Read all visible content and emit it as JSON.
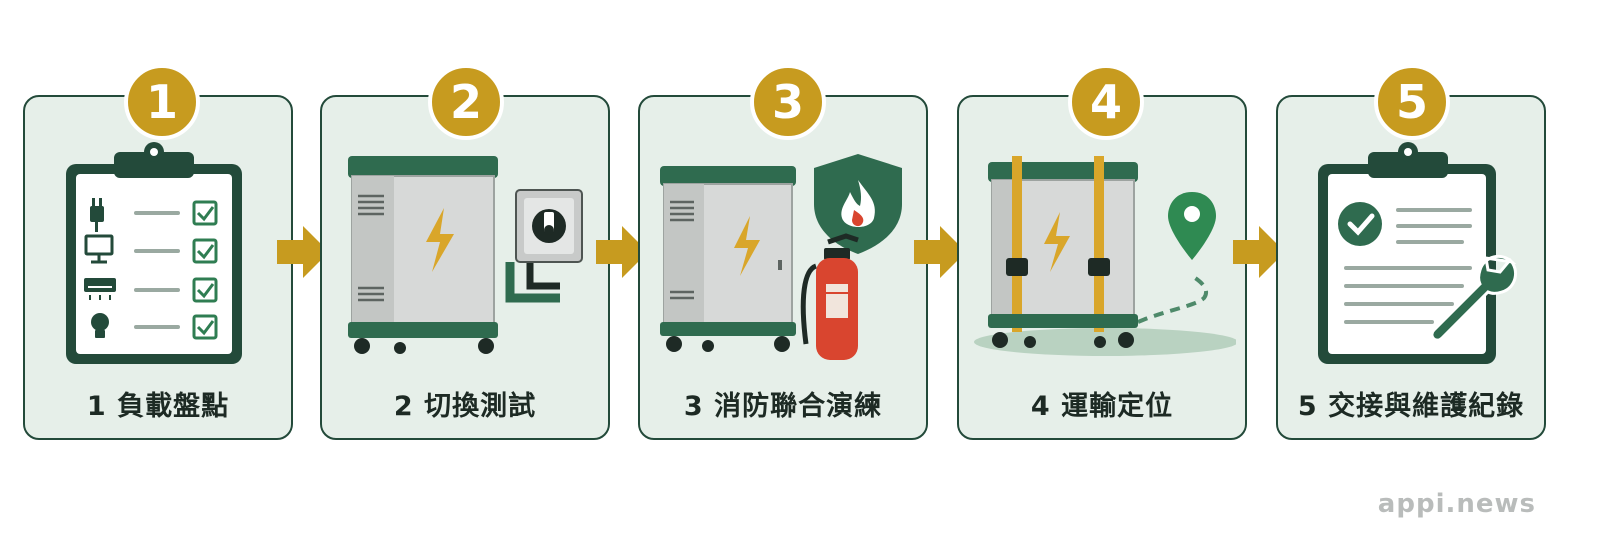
{
  "steps": [
    {
      "number": "1",
      "label": "1  負載盤點"
    },
    {
      "number": "2",
      "label": "2  切換測試"
    },
    {
      "number": "3",
      "label": "3  消防聯合演練"
    },
    {
      "number": "4",
      "label": "4  運輸定位"
    },
    {
      "number": "5",
      "label": "5  交接與維護紀錄"
    }
  ],
  "watermark": "appi.news",
  "colors": {
    "dark_green": "#234a3a",
    "card_bg": "#e6efe9",
    "gold": "#c79b1f",
    "red": "#d9452f"
  }
}
